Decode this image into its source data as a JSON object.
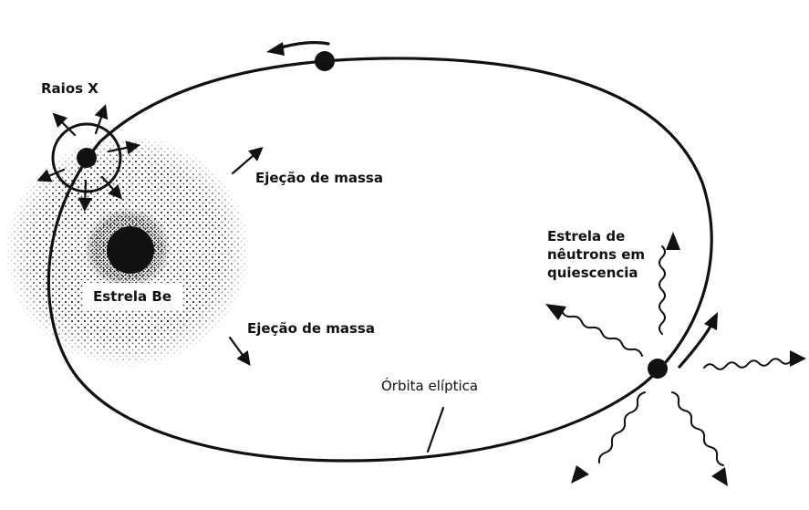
{
  "colors": {
    "ink": "#111111",
    "background": "#ffffff",
    "halo_dots": "#333333"
  },
  "labels": {
    "xray": "Raios X",
    "ejection_top": "Ejeção de massa",
    "ejection_bottom": "Ejeção de massa",
    "be_star": "Estrela Be",
    "orbit": "Órbita elíptica",
    "quiescent_line1": "Estrela de",
    "quiescent_line2": "nêutrons em",
    "quiescent_line3": "quiescencia"
  },
  "icons": {
    "be_star": "filled-circle",
    "neutron_star": "filled-circle",
    "xray_arrows": "radial-arrows",
    "radiation_waves": "wavy-arrows",
    "motion_arrows": "curved-arrows"
  }
}
